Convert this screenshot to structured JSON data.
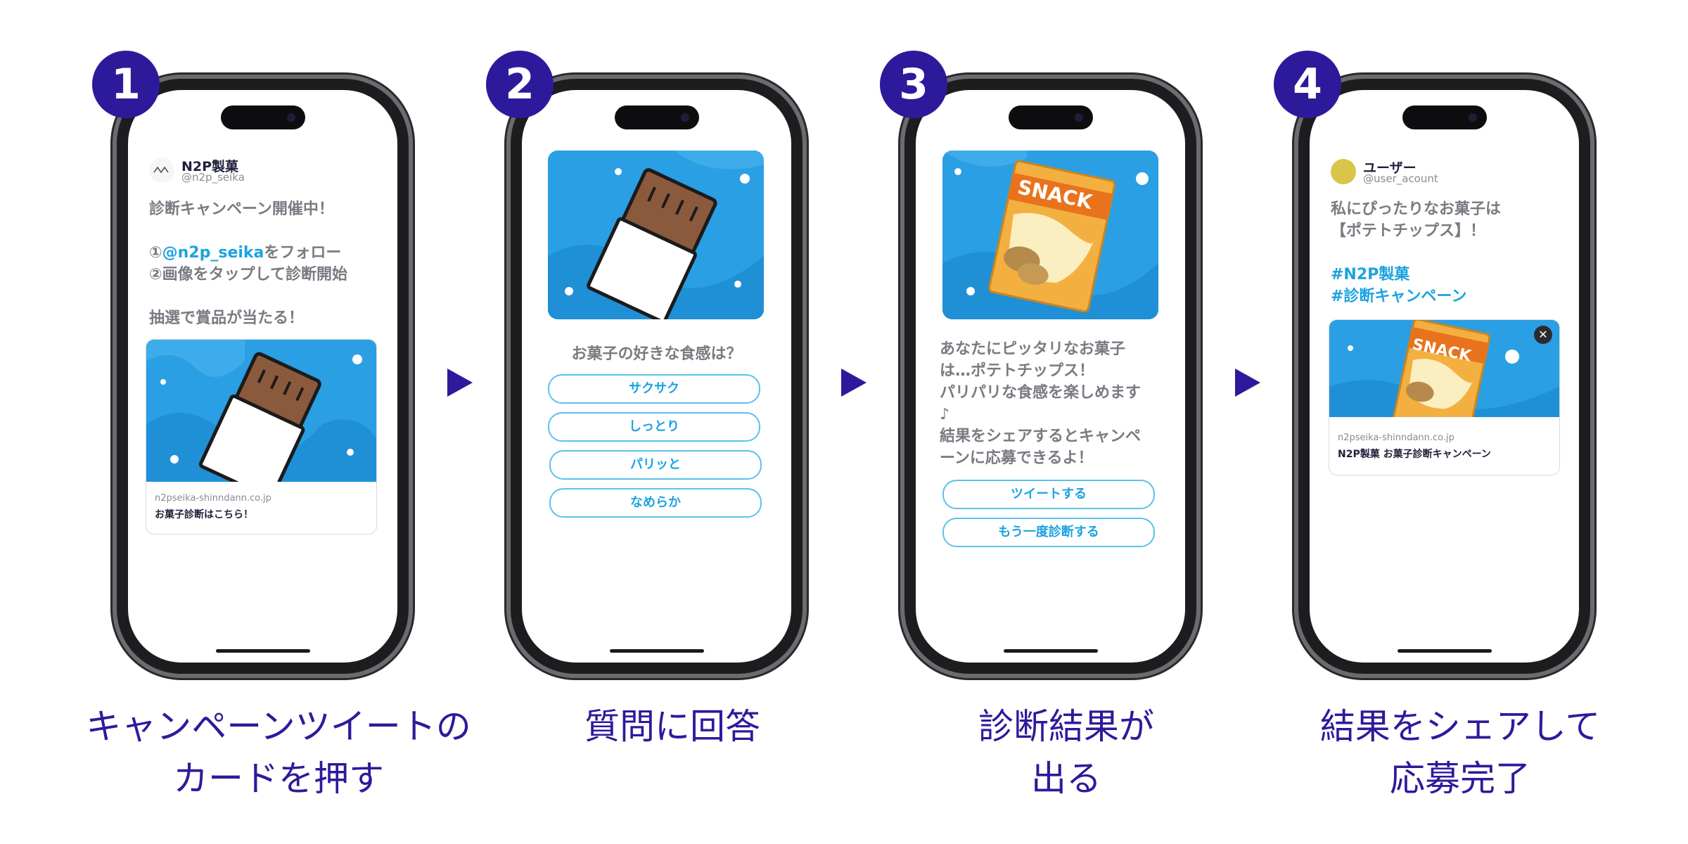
{
  "steps": [
    {
      "number": "1",
      "caption": "キャンペーンツイートの\nカードを押す",
      "tweet": {
        "name": "N2P製菓",
        "handle": "@n2p_seika",
        "line1": "診断キャンペーン開催中！",
        "line2_prefix": "①",
        "line2_mention": "@n2p_seika",
        "line2_suffix": "をフォロー",
        "line3": "②画像をタップして診断開始",
        "line4": "抽選で賞品が当たる！"
      },
      "card": {
        "domain": "n2pseika-shinndann.co.jp",
        "title": "お菓子診断はこちら！"
      }
    },
    {
      "number": "2",
      "caption": "質問に回答",
      "question": "お菓子の好きな食感は？",
      "options": [
        "サクサク",
        "しっとり",
        "パリッと",
        "なめらか"
      ]
    },
    {
      "number": "3",
      "caption": "診断結果が\n出る",
      "snack_label": "SNACK",
      "result_lines": [
        "あなたにピッタリなお菓子",
        "は…ポテトチップス！",
        "パリパリな食感を楽しめます",
        "♪",
        "結果をシェアするとキャンペ",
        "ーンに応募できるよ！"
      ],
      "buttons": [
        "ツイートする",
        "もう一度診断する"
      ]
    },
    {
      "number": "4",
      "caption": "結果をシェアして\n応募完了",
      "tweet": {
        "name": "ユーザー",
        "handle": "@user_acount",
        "line1": "私にぴったりなお菓子は",
        "line2": "【ポテトチップス】！",
        "hashtag1": "#N2P製菓",
        "hashtag2": "#診断キャンペーン"
      },
      "card": {
        "domain": "n2pseika-shinndann.co.jp",
        "title": "N2P製菓 お菓子診断キャンペーン",
        "close": "✕"
      },
      "snack_label": "SNACK"
    }
  ],
  "colors": {
    "accent": "#2d1a9b",
    "link": "#1ca3e0",
    "art_bg": "#2a9fe3"
  }
}
